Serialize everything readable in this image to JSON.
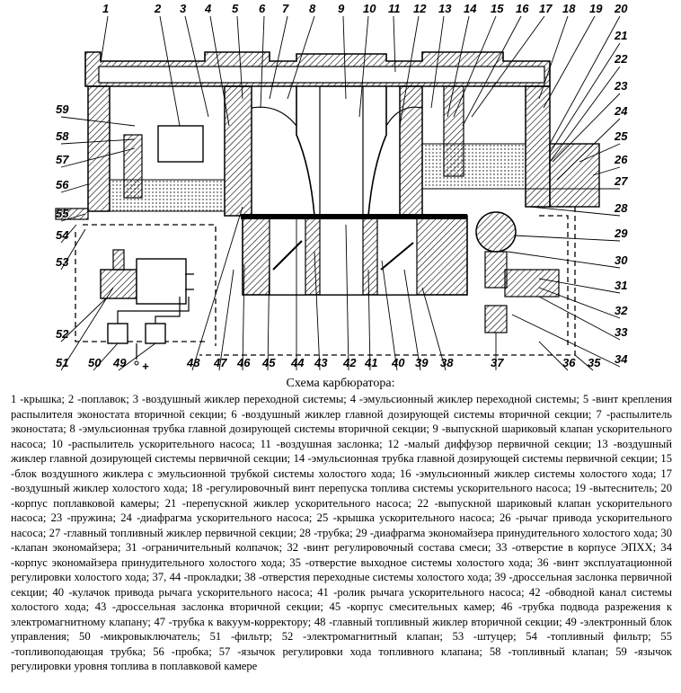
{
  "callouts": [
    "1",
    "2",
    "3",
    "4",
    "5",
    "6",
    "7",
    "8",
    "9",
    "10",
    "11",
    "12",
    "13",
    "14",
    "15",
    "16",
    "17",
    "18",
    "19",
    "20",
    "21",
    "22",
    "23",
    "24",
    "25",
    "26",
    "27",
    "28",
    "29",
    "30",
    "31",
    "32",
    "33",
    "34",
    "35",
    "36",
    "37",
    "38",
    "39",
    "40",
    "41",
    "42",
    "43",
    "44",
    "45",
    "46",
    "47",
    "48",
    "49",
    "50",
    "51",
    "52",
    "53",
    "54",
    "55",
    "56",
    "57",
    "58",
    "59"
  ],
  "block_labels": {
    "plus": "+"
  },
  "caption": "Схема карбюратора:",
  "legend_text": "1 -крышка; 2 -поплавок; 3 -воздушный жиклер переходной системы; 4 -эмульсионный жиклер переходной системы; 5 -винт крепления распылителя эконостата вторичной секции; 6 -воздушный жиклер главной дозирующей системы вторичной секции; 7 -распылитель эконостата; 8 -эмульсионная трубка главной дозирующей системы вторичной секции; 9 -выпускной шариковый клапан ускорительного насоса; 10 -распылитель ускорительного насоса; 11 -воздушная заслонка; 12 -малый диффузор первичной секции; 13 -воздушный жиклер главной дозирующей системы первичной секции; 14 -эмульсионная трубка главной дозирующей системы первичной секции; 15 -блок воздушного жиклера с эмульсионной трубкой системы холостого хода; 16 -эмульсионный жиклер системы холостого хода; 17 -воздушный жиклер холостого хода; 18 -регулировочный винт перепуска топлива системы ускорительного насоса; 19 -вытеснитель; 20 -корпус поплавковой камеры; 21 -перепускной жиклер ускорительного насоса; 22 -выпускной шариковый клапан ускорительного насоса; 23 -пружина; 24 -диафрагма ускорительного насоса; 25 -крышка ускорительного насоса; 26 -рычаг привода ускорительного насоса; 27 -главный топливный жиклер первичной секции; 28 -трубка; 29 -диафрагма экономайзера принудительного холостого хода; 30 -клапан экономайзера; 31 -ограничительный колпачок; 32 -винт регулировочный состава смеси; 33 -отверстие в корпусе ЭПХХ; 34 -корпус экономайзера принудительного холостого хода; 35 -отверстие выходное системы холостого хода; 36 -винт эксплуатационной регулировки холостого хода; 37, 44 -прокладки; 38 -отверстия переходные системы холостого хода; 39 -дроссельная заслонка первичной секции; 40 -кулачок привода рычага ускорительного насоса; 41 -ролик рычага ускорительного насоса; 42 -обводной канал системы холостого хода; 43 -дроссельная заслонка вторичной секции; 45 -корпус смесительных камер; 46 -трубка подвода разрежения к электромагнитному клапану; 47 -трубка к вакуум-корректору; 48 -главный топливный жиклер вторичной секции; 49 -электронный блок управления; 50 -микровыключатель; 51 -фильтр; 52 -электромагнитный клапан; 53 -штуцер; 54 -топливный фильтр; 55 -топливоподающая трубка; 56 -пробка; 57 -язычок регулировки хода топливного клапана; 58 -топливный клапан; 59 -язычок регулировки уровня топлива в поплавковой камере"
}
